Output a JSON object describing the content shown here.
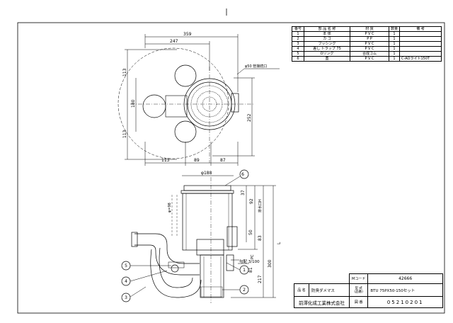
{
  "parts_table": {
    "headers": [
      "番号",
      "部 品 名 称",
      "材 質",
      "数量",
      "備 考"
    ],
    "rows": [
      [
        "1",
        "本 体",
        "P V C",
        "1",
        ""
      ],
      [
        "2",
        "カ ゴ",
        "P P",
        "1",
        ""
      ],
      [
        "3",
        "ブッシング",
        "P V C",
        "1",
        ""
      ],
      [
        "4",
        "差し トラップ 75",
        "P V C",
        "1",
        ""
      ],
      [
        "5",
        "Oリング",
        "合成ゴム",
        "1",
        ""
      ],
      [
        "6",
        "蓋",
        "P V C",
        "1",
        "C-AOライト150T"
      ]
    ]
  },
  "plan_view": {
    "dims": {
      "d359": "359",
      "d247": "247",
      "d113a": "113",
      "d113b": "113",
      "d180": "180",
      "d252": "252",
      "d113c": "113",
      "d89": "89",
      "d87": "87"
    },
    "note": "φ50 管接続口"
  },
  "section_view": {
    "dims": {
      "dia": "φ188",
      "d37": "37",
      "d92": "92",
      "hole": "排水口H",
      "d98": "φ=98",
      "d50": "50",
      "d83": "83",
      "pc": "PC",
      "slope": "勾配 3/100",
      "d81": "81",
      "d217": "217",
      "d300": "300",
      "L": "L"
    },
    "balloons": [
      "6",
      "5",
      "1",
      "4",
      "2",
      "3"
    ]
  },
  "title_block": {
    "mcode_label": "Mコード",
    "mcode_value": "42666",
    "name_label": "品 名",
    "name_value": "防臭ダメマス",
    "model_label": "型 式\n(品番)",
    "model_value": "BTU 75PX50-150セット",
    "company": "前澤化成工業株式会社",
    "drawing_no_label": "図 番",
    "drawing_no_value": "05210201"
  }
}
